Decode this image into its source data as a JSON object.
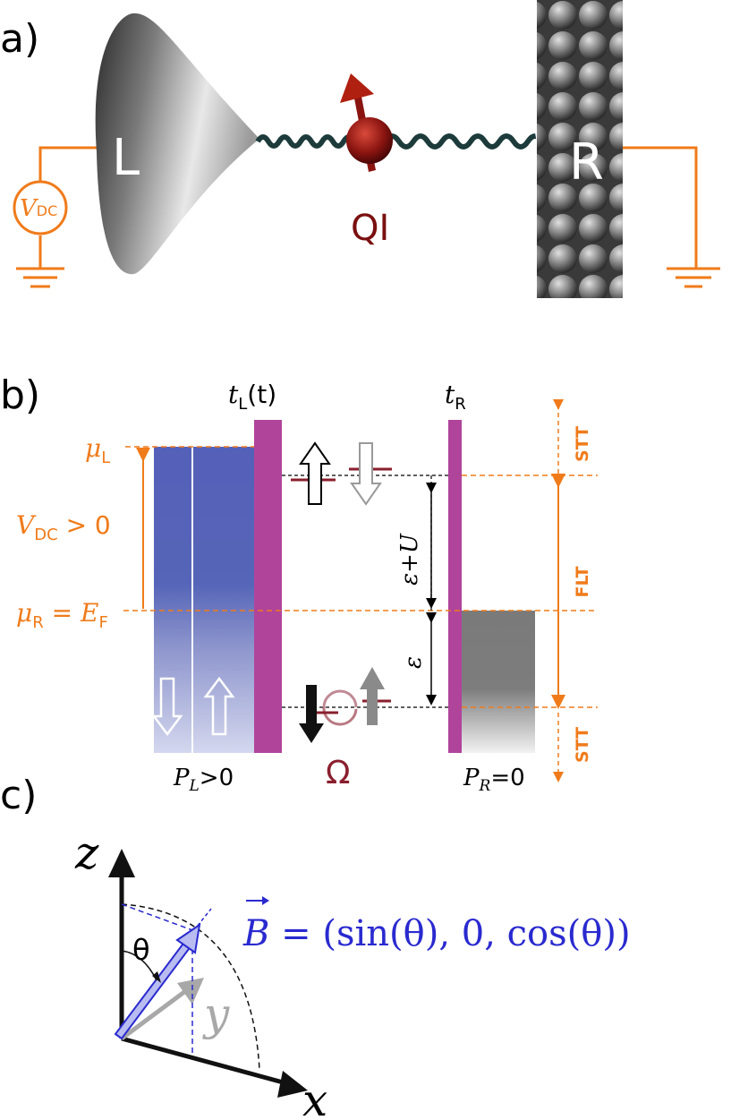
{
  "panels": {
    "a": "a)",
    "b": "b)",
    "c": "c)"
  },
  "panel_a": {
    "left_lead": "L",
    "right_lead": "R",
    "molecule": "QI",
    "source_symbol": "V",
    "source_sub": "DC"
  },
  "panel_b": {
    "tL_symbol": "t",
    "tL_sub": "L",
    "tL_arg": "(t)",
    "tR_symbol": "t",
    "tR_sub": "R",
    "mu_symbol": "μ",
    "muL_sub": "L",
    "muR_sub": "R",
    "bias_symbol": "V",
    "bias_sub": "DC",
    "bias_rel": " > 0",
    "ef_eq": " = ",
    "ef_symbol": "E",
    "ef_sub": "F",
    "eps_plus_u": "ε+U",
    "eps": "ε",
    "pl_symbol": "P",
    "pl_sub": "L",
    "pl_rel": ">0",
    "pr_symbol": "P",
    "pr_sub": "R",
    "pr_rel": "=0",
    "omega": "Ω",
    "stt_top": "STT",
    "flt": "FLT",
    "stt_bottom": "STT"
  },
  "panel_c": {
    "axis_z": "z",
    "axis_y": "y",
    "axis_x": "x",
    "angle": "θ",
    "field_lhs": "B",
    "field_rhs": " = (sin(θ), 0, cos(θ))"
  },
  "colors": {
    "orange": "#f07b1a",
    "magenta": "#b0449b",
    "darkred": "#7a1010",
    "blue": "#2a2ad0",
    "dark_teal": "#1d3b3b"
  }
}
